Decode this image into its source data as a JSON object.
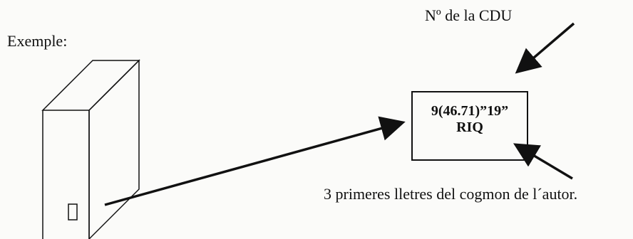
{
  "labels": {
    "example": "Exemple:",
    "cdu": "Nº de la CDU",
    "author": "3 primeres lletres del cogmon de l´autor."
  },
  "call_number": {
    "cdu": "9(46.71)”19”",
    "author_code": "RIQ"
  },
  "colors": {
    "ink": "#111111",
    "paper": "#fbfbf9"
  }
}
